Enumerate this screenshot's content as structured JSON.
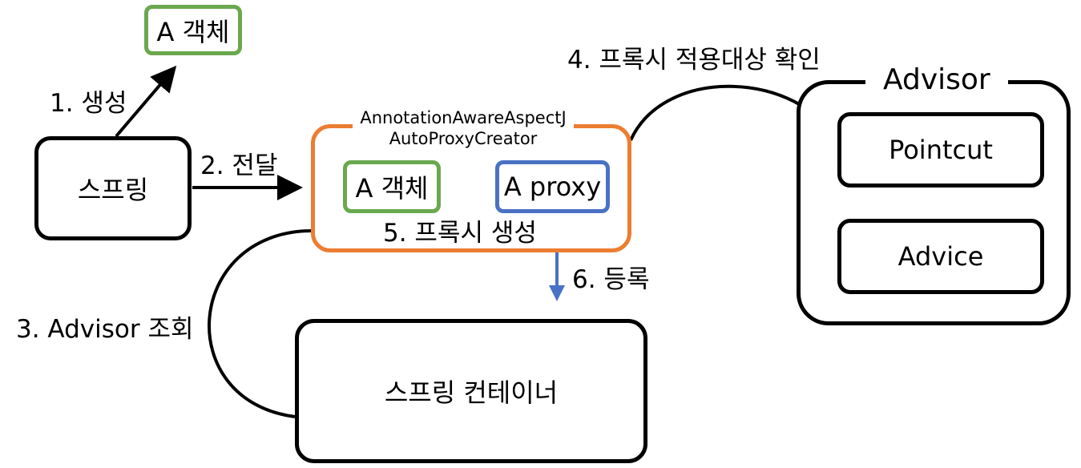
{
  "nodes": {
    "a_object_top": "A 객체",
    "spring": "스프링",
    "creator_line1": "AnnotationAwareAspectJ",
    "creator_line2": "AutoProxyCreator",
    "a_object_inner": "A 객체",
    "a_proxy": "A proxy",
    "container": "스프링 컨테이너",
    "advisor": "Advisor",
    "pointcut": "Pointcut",
    "advice": "Advice"
  },
  "steps": {
    "step1": "1. 생성",
    "step2": "2. 전달",
    "step3": "3. Advisor 조회",
    "step4": "4. 프록시 적용대상 확인",
    "step5": "5. 프록시 생성",
    "step6": "6. 등록"
  },
  "colors": {
    "black": "#000000",
    "green": "#6aa84f",
    "blue": "#4a72c4",
    "orange": "#ec7d31"
  }
}
